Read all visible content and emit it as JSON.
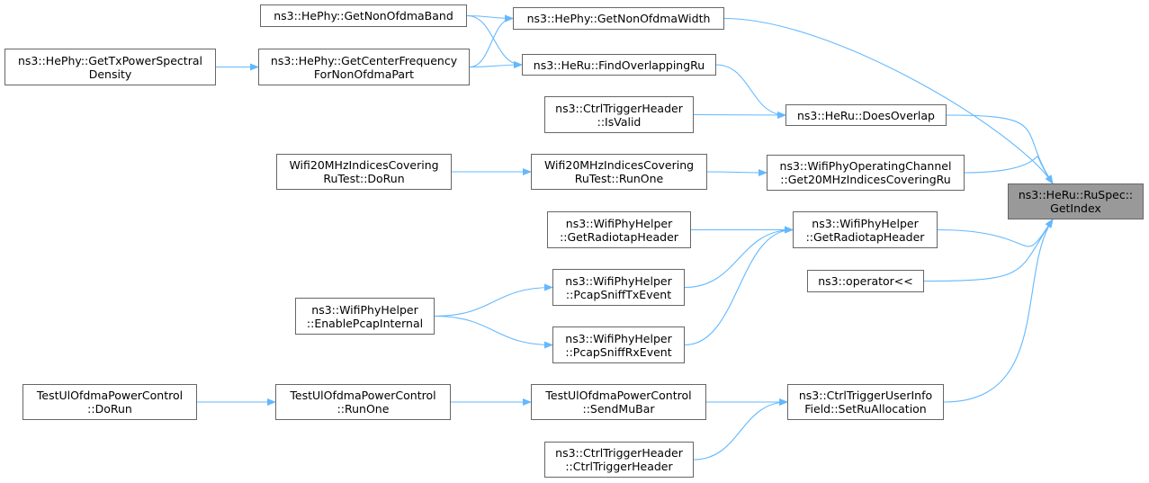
{
  "colors": {
    "edge": "#63b8ff",
    "node_border": "#666666",
    "node_fill": "#ffffff",
    "root_fill": "#999999"
  },
  "nodes": {
    "getindex": {
      "lines": [
        "ns3::HeRu::RuSpec::",
        "GetIndex"
      ],
      "root": true
    },
    "nonofdmawidth": {
      "lines": [
        "ns3::HePhy::GetNonOfdmaWidth"
      ]
    },
    "nonofdmaband": {
      "lines": [
        "ns3::HePhy::GetNonOfdmaBand"
      ]
    },
    "centerfreq": {
      "lines": [
        "ns3::HePhy::GetCenterFrequency",
        "ForNonOfdmaPart"
      ]
    },
    "txpowerspectral": {
      "lines": [
        "ns3::HePhy::GetTxPowerSpectral",
        "Density"
      ]
    },
    "findoverlapping": {
      "lines": [
        "ns3::HeRu::FindOverlappingRu"
      ]
    },
    "doesoverlap": {
      "lines": [
        "ns3::HeRu::DoesOverlap"
      ]
    },
    "isvalid": {
      "lines": [
        "ns3::CtrlTriggerHeader",
        "::IsValid"
      ]
    },
    "get20mhz": {
      "lines": [
        "ns3::WifiPhyOperatingChannel",
        "::Get20MHzIndicesCoveringRu"
      ]
    },
    "w20runone": {
      "lines": [
        "Wifi20MHzIndicesCovering",
        "RuTest::RunOne"
      ]
    },
    "w20dorun": {
      "lines": [
        "Wifi20MHzIndicesCovering",
        "RuTest::DoRun"
      ]
    },
    "radiotapheader": {
      "lines": [
        "ns3::WifiPhyHelper",
        "::GetRadiotapHeader"
      ]
    },
    "radiotapheader2": {
      "lines": [
        "ns3::WifiPhyHelper",
        "::GetRadiotapHeader"
      ]
    },
    "pcaptx": {
      "lines": [
        "ns3::WifiPhyHelper",
        "::PcapSniffTxEvent"
      ]
    },
    "pcaprx": {
      "lines": [
        "ns3::WifiPhyHelper",
        "::PcapSniffRxEvent"
      ]
    },
    "enablepcap": {
      "lines": [
        "ns3::WifiPhyHelper",
        "::EnablePcapInternal"
      ]
    },
    "operatorlshift": {
      "lines": [
        "ns3::operator<<"
      ]
    },
    "setruallocation": {
      "lines": [
        "ns3::CtrlTriggerUserInfo",
        "Field::SetRuAllocation"
      ]
    },
    "sendmubar": {
      "lines": [
        "TestUlOfdmaPowerControl",
        "::SendMuBar"
      ]
    },
    "ulrunone": {
      "lines": [
        "TestUlOfdmaPowerControl",
        "::RunOne"
      ]
    },
    "uldorun": {
      "lines": [
        "TestUlOfdmaPowerControl",
        "::DoRun"
      ]
    },
    "ctrlheader": {
      "lines": [
        "ns3::CtrlTriggerHeader",
        "::CtrlTriggerHeader"
      ]
    }
  },
  "edges": [
    [
      "nonofdmawidth",
      "getindex"
    ],
    [
      "doesoverlap",
      "getindex"
    ],
    [
      "get20mhz",
      "getindex"
    ],
    [
      "radiotapheader",
      "getindex"
    ],
    [
      "operatorlshift",
      "getindex"
    ],
    [
      "setruallocation",
      "getindex"
    ],
    [
      "nonofdmaband",
      "nonofdmawidth"
    ],
    [
      "centerfreq",
      "nonofdmawidth"
    ],
    [
      "nonofdmaband",
      "findoverlapping"
    ],
    [
      "centerfreq",
      "findoverlapping"
    ],
    [
      "txpowerspectral",
      "centerfreq"
    ],
    [
      "findoverlapping",
      "doesoverlap"
    ],
    [
      "isvalid",
      "doesoverlap"
    ],
    [
      "w20runone",
      "get20mhz"
    ],
    [
      "w20dorun",
      "w20runone"
    ],
    [
      "radiotapheader2",
      "radiotapheader"
    ],
    [
      "pcaptx",
      "radiotapheader"
    ],
    [
      "pcaprx",
      "radiotapheader"
    ],
    [
      "enablepcap",
      "pcaptx"
    ],
    [
      "enablepcap",
      "pcaprx"
    ],
    [
      "sendmubar",
      "setruallocation"
    ],
    [
      "ctrlheader",
      "setruallocation"
    ],
    [
      "ulrunone",
      "sendmubar"
    ],
    [
      "uldorun",
      "ulrunone"
    ]
  ]
}
